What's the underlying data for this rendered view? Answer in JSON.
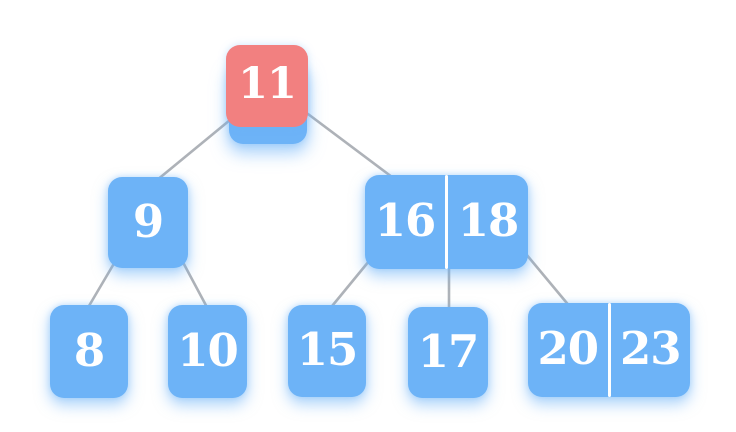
{
  "colors": {
    "background": "#ffffff",
    "node": "#6db3f7",
    "node_highlight": "#f28080",
    "edge": "#aeb2b8",
    "key_text": "#ffffff",
    "key_divider": "#ffffff"
  },
  "nodes": {
    "root": {
      "keys": [
        "11"
      ],
      "highlighted": true,
      "under_card": true
    },
    "left": {
      "keys": [
        "9"
      ]
    },
    "right": {
      "keys": [
        "16",
        "18"
      ]
    },
    "left_left": {
      "keys": [
        "8"
      ]
    },
    "left_right": {
      "keys": [
        "10"
      ]
    },
    "right_left": {
      "keys": [
        "15"
      ]
    },
    "right_middle": {
      "keys": [
        "17"
      ]
    },
    "right_right": {
      "keys": [
        "20",
        "23"
      ]
    }
  },
  "edges": [
    {
      "from": "root",
      "to": "left"
    },
    {
      "from": "root",
      "to": "right"
    },
    {
      "from": "left",
      "to": "left_left"
    },
    {
      "from": "left",
      "to": "left_right"
    },
    {
      "from": "right",
      "to": "right_left"
    },
    {
      "from": "right",
      "to": "right_middle"
    },
    {
      "from": "right",
      "to": "right_right"
    }
  ]
}
